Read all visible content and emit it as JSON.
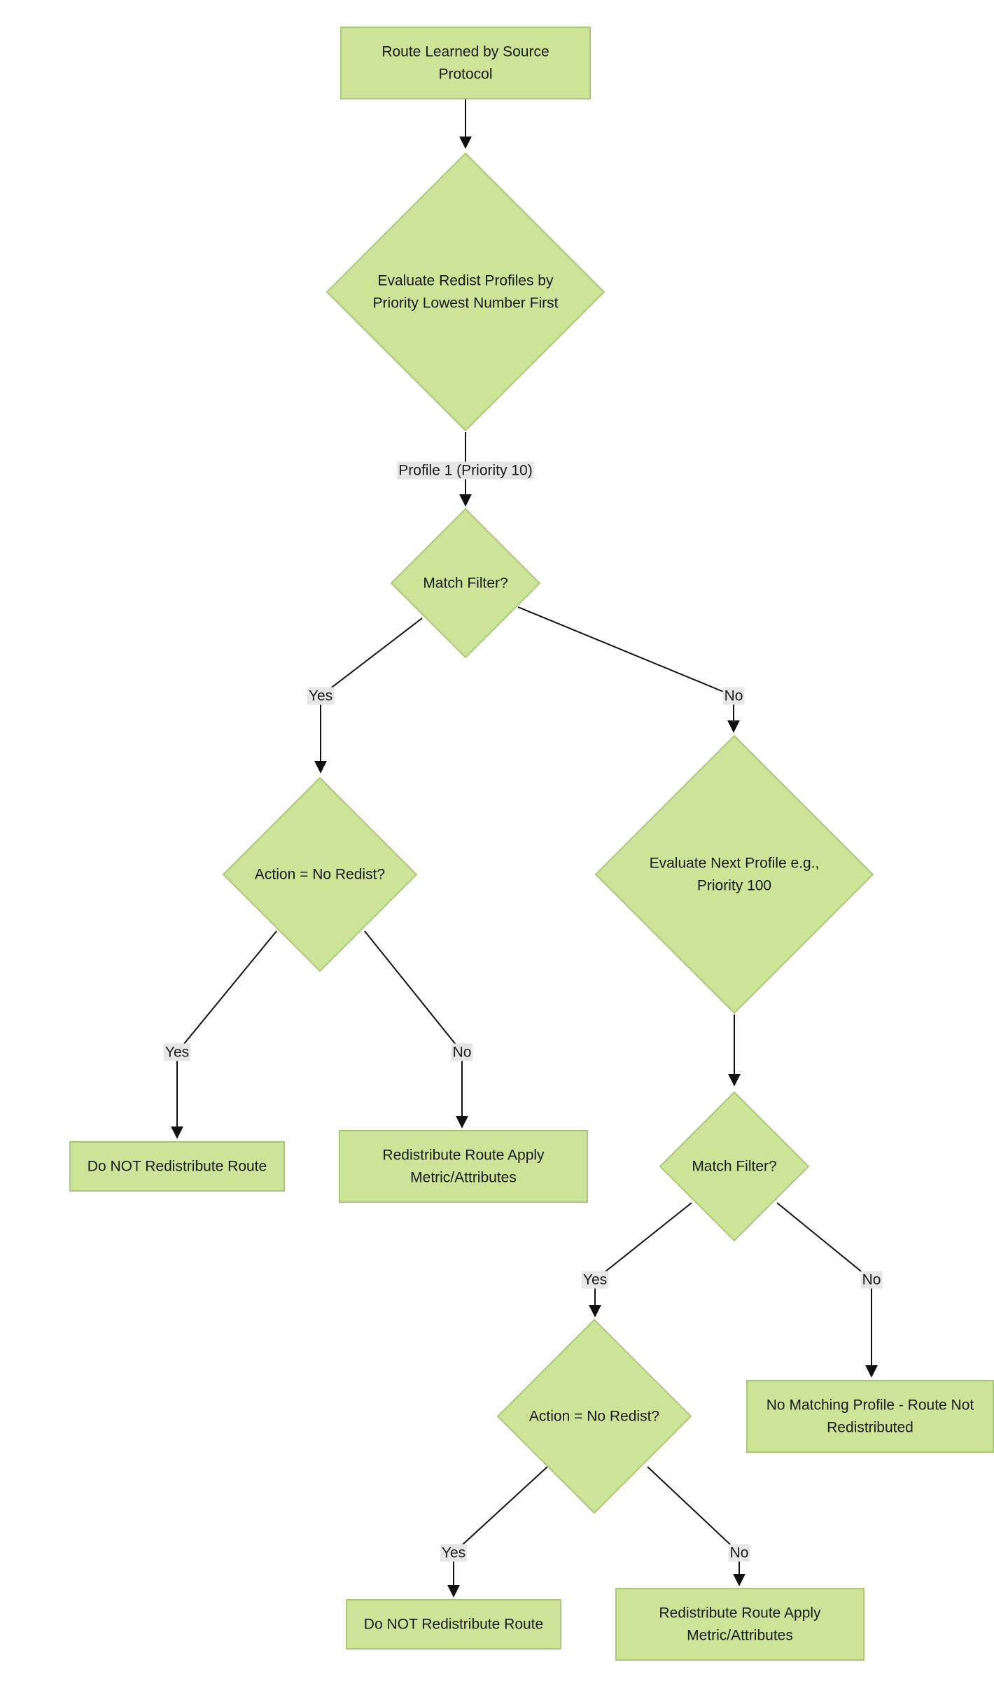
{
  "nodes": {
    "start": {
      "lines": [
        "Route Learned by Source",
        "Protocol"
      ]
    },
    "evaluate_profiles": {
      "lines": [
        "Evaluate Redist Profiles by",
        "Priority Lowest Number First"
      ]
    },
    "match_filter_1": {
      "lines": [
        "Match Filter?"
      ]
    },
    "action_no_redist_1": {
      "lines": [
        "Action = No Redist?"
      ]
    },
    "evaluate_next_profile": {
      "lines": [
        "Evaluate Next Profile e.g.,",
        "Priority 100"
      ]
    },
    "do_not_redistribute_1": {
      "lines": [
        "Do NOT Redistribute Route"
      ]
    },
    "redistribute_apply_1": {
      "lines": [
        "Redistribute Route Apply",
        "Metric/Attributes"
      ]
    },
    "match_filter_2": {
      "lines": [
        "Match Filter?"
      ]
    },
    "action_no_redist_2": {
      "lines": [
        "Action = No Redist?"
      ]
    },
    "no_matching_profile": {
      "lines": [
        "No Matching Profile - Route Not",
        "Redistributed"
      ]
    },
    "do_not_redistribute_2": {
      "lines": [
        "Do NOT Redistribute Route"
      ]
    },
    "redistribute_apply_2": {
      "lines": [
        "Redistribute Route Apply",
        "Metric/Attributes"
      ]
    }
  },
  "edges": {
    "start_to_evaluate": {
      "label": ""
    },
    "evaluate_to_match1": {
      "label": "Profile 1 (Priority 10)"
    },
    "match1_yes": {
      "label": "Yes"
    },
    "match1_no": {
      "label": "No"
    },
    "action1_yes": {
      "label": "Yes"
    },
    "action1_no": {
      "label": "No"
    },
    "next_to_match2": {
      "label": ""
    },
    "match2_yes": {
      "label": "Yes"
    },
    "match2_no": {
      "label": "No"
    },
    "action2_yes": {
      "label": "Yes"
    },
    "action2_no": {
      "label": "No"
    }
  }
}
